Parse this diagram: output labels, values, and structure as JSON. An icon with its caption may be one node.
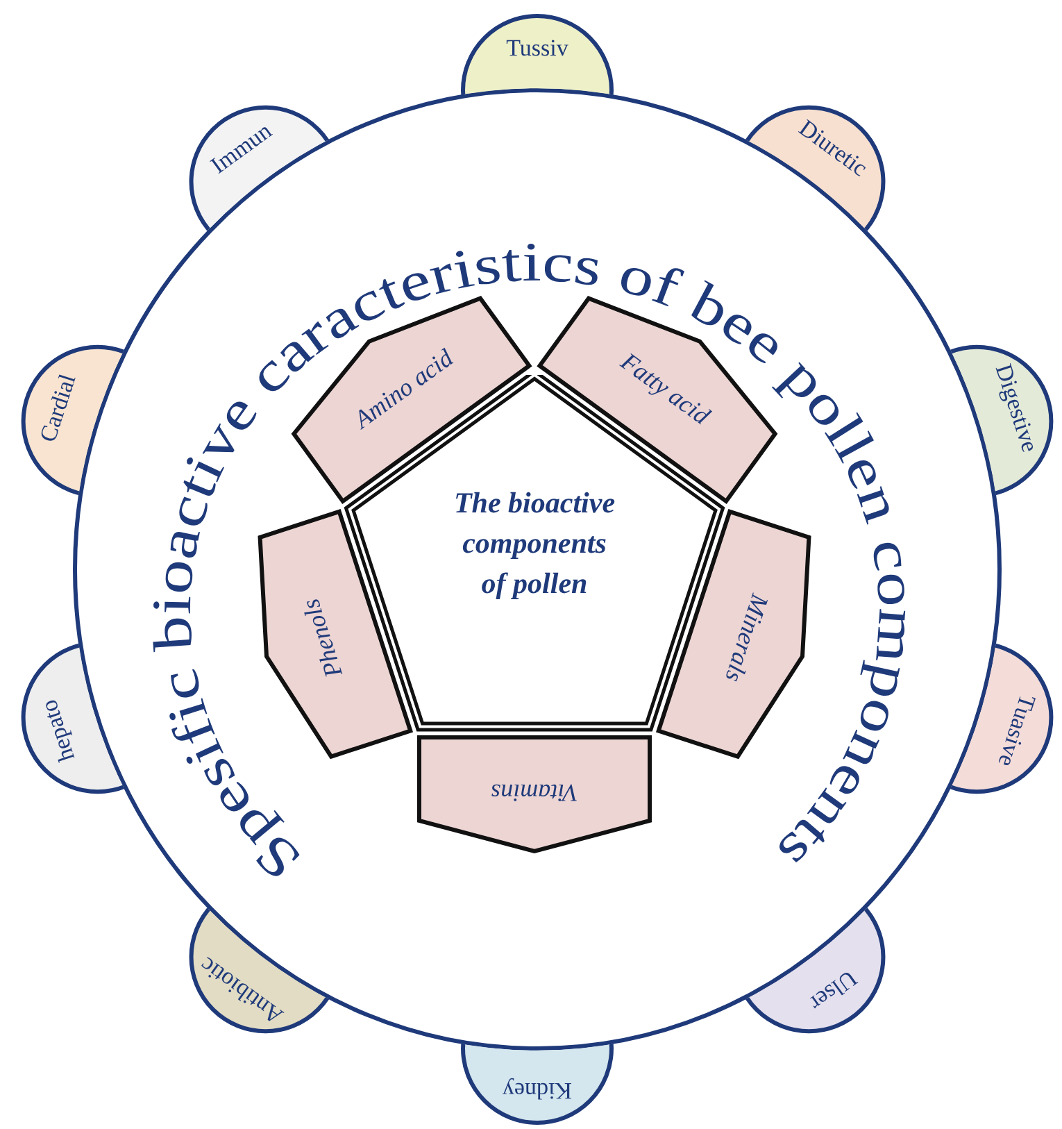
{
  "diagram": {
    "title": "Spesific bioactive caracteristics of bee pollen components",
    "nodes": [
      {
        "text": [
          "The bioactive components of pollen"
        ]
      },
      {
        "text": [
          "Amino acid"
        ]
      },
      {
        "text": [
          "Fatty acid"
        ]
      },
      {
        "text": [
          "Minerals"
        ]
      },
      {
        "text": [
          "Vitamins"
        ]
      },
      {
        "text": [
          "Phenols"
        ]
      },
      {
        "text": [
          "Tussiv"
        ]
      },
      {
        "text": [
          "Immun"
        ]
      },
      {
        "text": [
          "Diuretic"
        ]
      },
      {
        "text": [
          "Cardial"
        ]
      },
      {
        "text": [
          "Digestive"
        ]
      },
      {
        "text": [
          "hepato"
        ]
      },
      {
        "text": [
          "Tuasive"
        ]
      },
      {
        "text": [
          "Antibiotic"
        ]
      },
      {
        "text": [
          "Ulser"
        ]
      },
      {
        "text": [
          "Kidney"
        ]
      }
    ]
  }
}
